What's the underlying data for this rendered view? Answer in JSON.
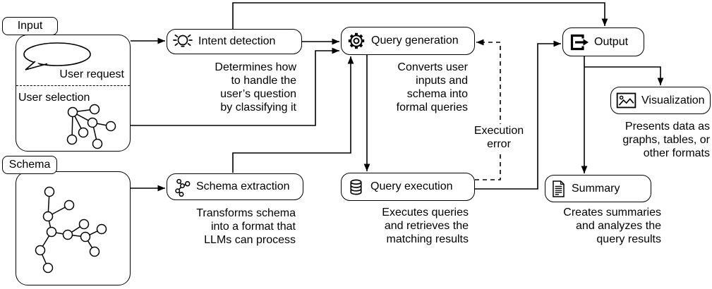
{
  "colors": {
    "stroke": "#000000",
    "background": "#ffffff",
    "text": "#000000"
  },
  "input": {
    "tab": "Input",
    "user_request": "User request",
    "user_selection": "User selection"
  },
  "schema": {
    "tab": "Schema"
  },
  "nodes": {
    "intent": {
      "label": "Intent detection",
      "caption": "Determines how\nto handle the\nuser’s question\nby classifying it"
    },
    "query_generation": {
      "label": "Query generation",
      "caption": "Converts user\ninputs and\nschema into\nformal queries"
    },
    "query_execution": {
      "label": "Query execution",
      "caption": "Executes queries\nand retrieves the\nmatching results"
    },
    "schema_extraction": {
      "label": "Schema extraction",
      "caption": "Transforms schema\ninto a format that\nLLMs can process"
    },
    "output": {
      "label": "Output"
    },
    "visualization": {
      "label": "Visualization",
      "caption": "Presents data as\ngraphs, tables, or\nother formats"
    },
    "summary": {
      "label": "Summary",
      "caption": "Creates summaries\nand analyzes the\nquery results"
    }
  },
  "edges": {
    "execution_error": "Execution error"
  },
  "icons": {
    "intent": "lightbulb-icon",
    "query_generation": "gear-icon",
    "query_execution": "database-icon",
    "schema_extraction": "mini-graph-icon",
    "output": "export-icon",
    "visualization": "image-icon",
    "summary": "document-icon",
    "user_request": "speech-bubble-icon",
    "user_selection": "node-graph-icon",
    "schema": "node-graph-icon"
  }
}
